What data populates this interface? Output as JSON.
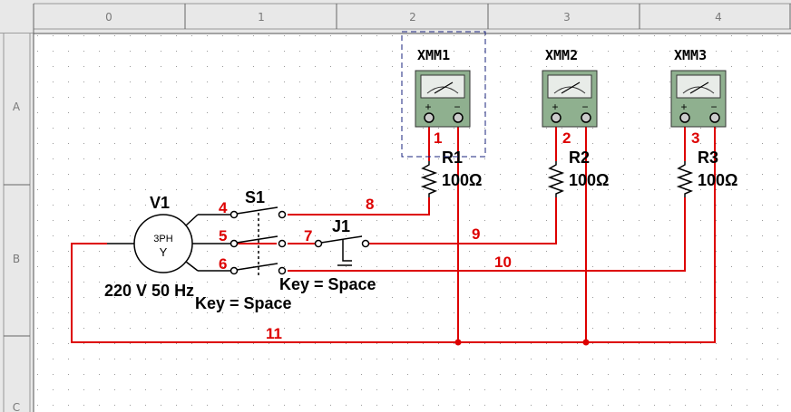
{
  "ruler": {
    "columns": [
      "0",
      "1",
      "2",
      "3",
      "4"
    ],
    "rows": [
      "A",
      "B",
      "C"
    ]
  },
  "colors": {
    "wire": "#dd0000",
    "component": "#000000",
    "meter_body": "#8fb08f",
    "selection": "#1a237e",
    "grid_dot": "#9a9a9a",
    "ruler_bg": "#e8e8e8"
  },
  "source": {
    "ref": "V1",
    "symbol": "3PH",
    "wye": "Y",
    "value": "220 V 50 Hz"
  },
  "switch_s1": {
    "ref": "S1",
    "key": "Key = Space"
  },
  "switch_j1": {
    "ref": "J1",
    "key": "Key = Space"
  },
  "meters": [
    {
      "ref": "XMM1",
      "plus": "+",
      "minus": "−",
      "selected": true
    },
    {
      "ref": "XMM2",
      "plus": "+",
      "minus": "−",
      "selected": false
    },
    {
      "ref": "XMM3",
      "plus": "+",
      "minus": "−",
      "selected": false
    }
  ],
  "resistors": [
    {
      "ref": "R1",
      "value": "100Ω"
    },
    {
      "ref": "R2",
      "value": "100Ω"
    },
    {
      "ref": "R3",
      "value": "100Ω"
    }
  ],
  "nodes": [
    "1",
    "2",
    "3",
    "4",
    "5",
    "6",
    "7",
    "8",
    "9",
    "10",
    "11"
  ]
}
